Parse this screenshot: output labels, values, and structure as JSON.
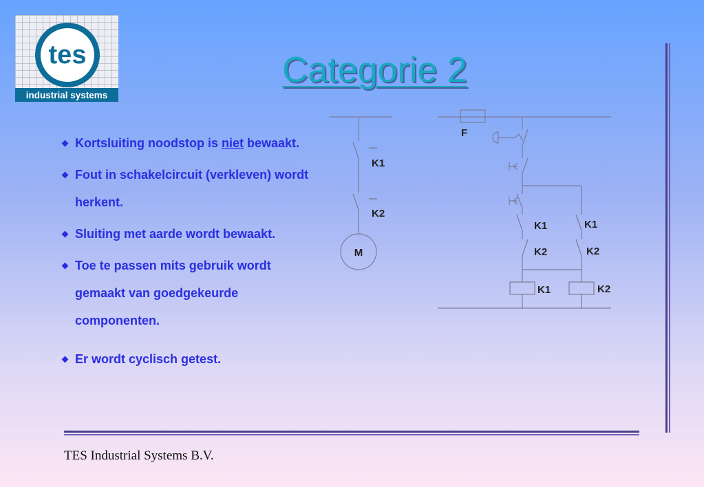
{
  "logo": {
    "brand": "tes",
    "tagline": "industrial systems"
  },
  "title": "Categorie 2",
  "bullets": [
    {
      "before": "Kortsluiting noodstop is ",
      "underlined": "niet",
      "after": " bewaakt."
    },
    {
      "text": "Fout in schakelcircuit (verkleven) wordt herkent."
    },
    {
      "text": "Sluiting met aarde wordt bewaakt."
    },
    {
      "text": "Toe te passen mits gebruik wordt gemaakt van goedgekeurde componenten."
    },
    {
      "text": "Er wordt cyclisch getest."
    }
  ],
  "circuit": {
    "motor_label": "M",
    "fuse_label": "F",
    "contact_labels": [
      "K1",
      "K2"
    ],
    "contactor_labels": [
      "K1",
      "K2"
    ]
  },
  "footer": "TES Industrial Systems B.V."
}
